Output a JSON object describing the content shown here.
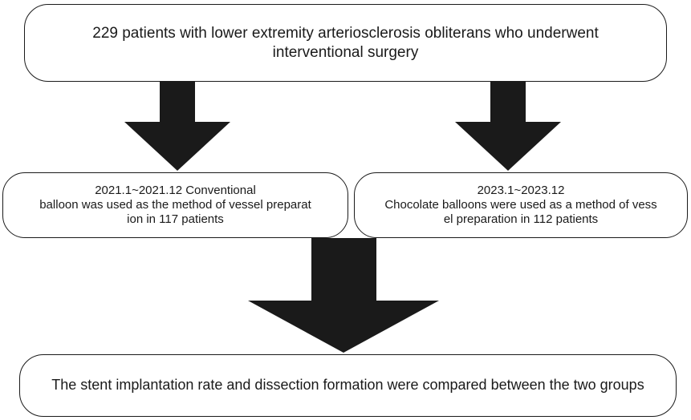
{
  "diagram": {
    "nodes": [
      {
        "id": "top",
        "text": "229 patients with lower extremity arteriosclerosis obliterans who underwent\ninterventional surgery"
      },
      {
        "id": "left",
        "text": "2021.1~2021.12 Conventional\nballoon was used as the method of vessel preparat\nion in 117 patients"
      },
      {
        "id": "right",
        "text": "2023.1~2023.12\nChocolate balloons were used as a method of vess\nel preparation in 112 patients"
      },
      {
        "id": "bottom",
        "text": "The stent implantation rate and dissection formation were compared between the two groups"
      }
    ],
    "edges": [
      {
        "from": "top",
        "to": "left"
      },
      {
        "from": "top",
        "to": "right"
      },
      {
        "from": "left",
        "to": "bottom"
      },
      {
        "from": "right",
        "to": "bottom"
      }
    ],
    "colors": {
      "arrow": "#1a1a1a",
      "border": "#1a1a1a",
      "background": "#ffffff"
    }
  }
}
